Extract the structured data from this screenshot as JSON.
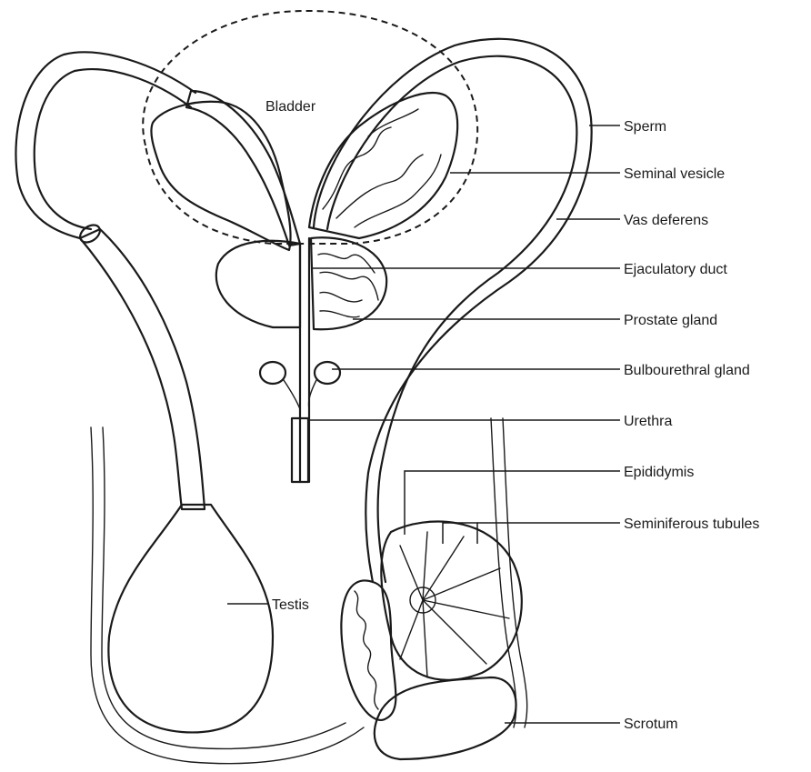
{
  "diagram": {
    "labels": {
      "bladder": "Bladder",
      "sperm": "Sperm",
      "seminal_vesicle": "Seminal vesicle",
      "vas_deferens": "Vas deferens",
      "ejaculatory_duct": "Ejaculatory duct",
      "prostate_gland": "Prostate gland",
      "bulbourethral_gland": "Bulbourethral gland",
      "urethra": "Urethra",
      "epididymis": "Epididymis",
      "seminiferous_tubules": "Seminiferous tubules",
      "testis": "Testis",
      "scrotum": "Scrotum"
    },
    "colors": {
      "ink": "#1a1a1a",
      "paper": "#ffffff"
    }
  }
}
